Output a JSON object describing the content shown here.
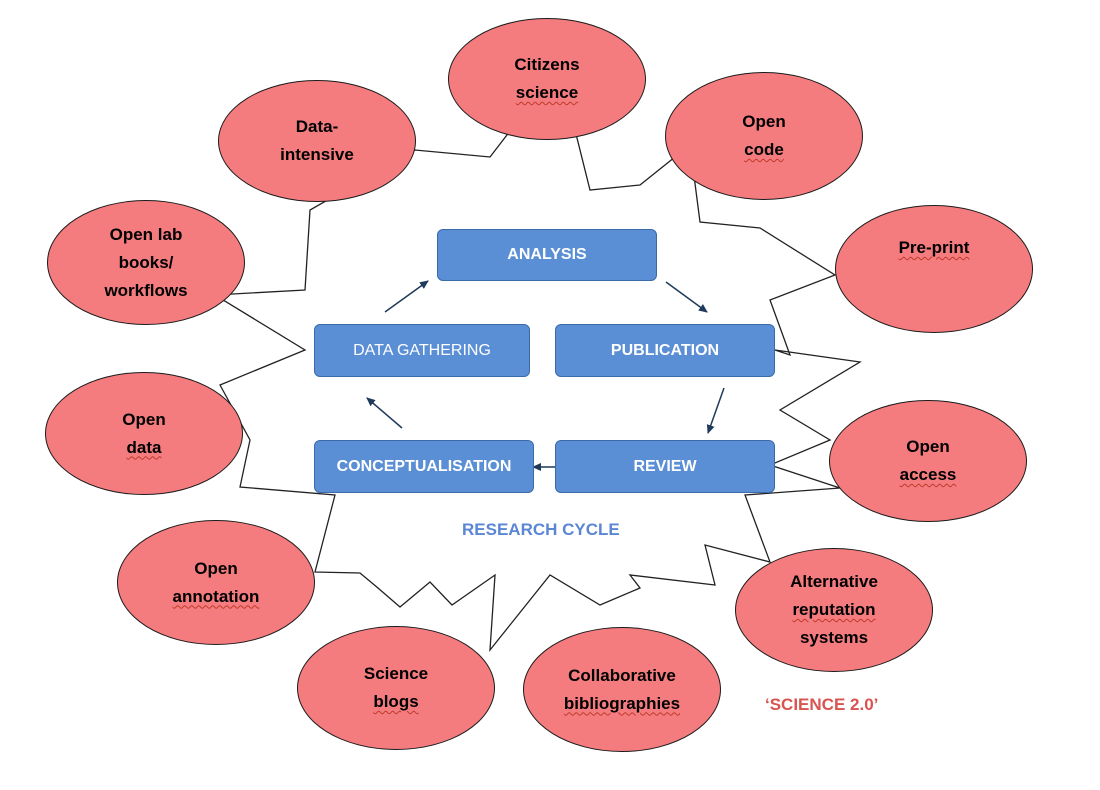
{
  "colors": {
    "ellipse_fill": "#f47c7f",
    "box_fill": "#5a8fd6",
    "research_cycle_text": "#5b86d4",
    "science20_text": "#d9534f"
  },
  "cycle": {
    "analysis": "ANALYSIS",
    "data_gathering": "DATA GATHERING",
    "publication": "PUBLICATION",
    "conceptualisation": "CONCEPTUALISATION",
    "review": "REVIEW",
    "caption": "RESEARCH CYCLE"
  },
  "science20": {
    "caption": "‘SCIENCE 2.0’",
    "nodes": [
      {
        "id": "citizens-science",
        "lines": [
          "Citizens",
          "science"
        ]
      },
      {
        "id": "data-intensive",
        "lines": [
          "Data-",
          "intensive"
        ]
      },
      {
        "id": "open-code",
        "lines": [
          "Open",
          "code"
        ]
      },
      {
        "id": "open-lab-books",
        "lines": [
          "Open lab",
          "books/",
          "workflows"
        ]
      },
      {
        "id": "pre-print",
        "lines": [
          "Pre-print"
        ]
      },
      {
        "id": "open-data",
        "lines": [
          "Open",
          "data"
        ]
      },
      {
        "id": "open-access",
        "lines": [
          "Open",
          "access"
        ]
      },
      {
        "id": "open-annotation",
        "lines": [
          "Open",
          "annotation"
        ]
      },
      {
        "id": "alternative-reputation",
        "lines": [
          "Alternative",
          "reputation",
          "systems"
        ]
      },
      {
        "id": "science-blogs",
        "lines": [
          "Science",
          "blogs"
        ]
      },
      {
        "id": "collaborative-bibliographies",
        "lines": [
          "Collaborative",
          "bibliographies"
        ]
      }
    ]
  }
}
